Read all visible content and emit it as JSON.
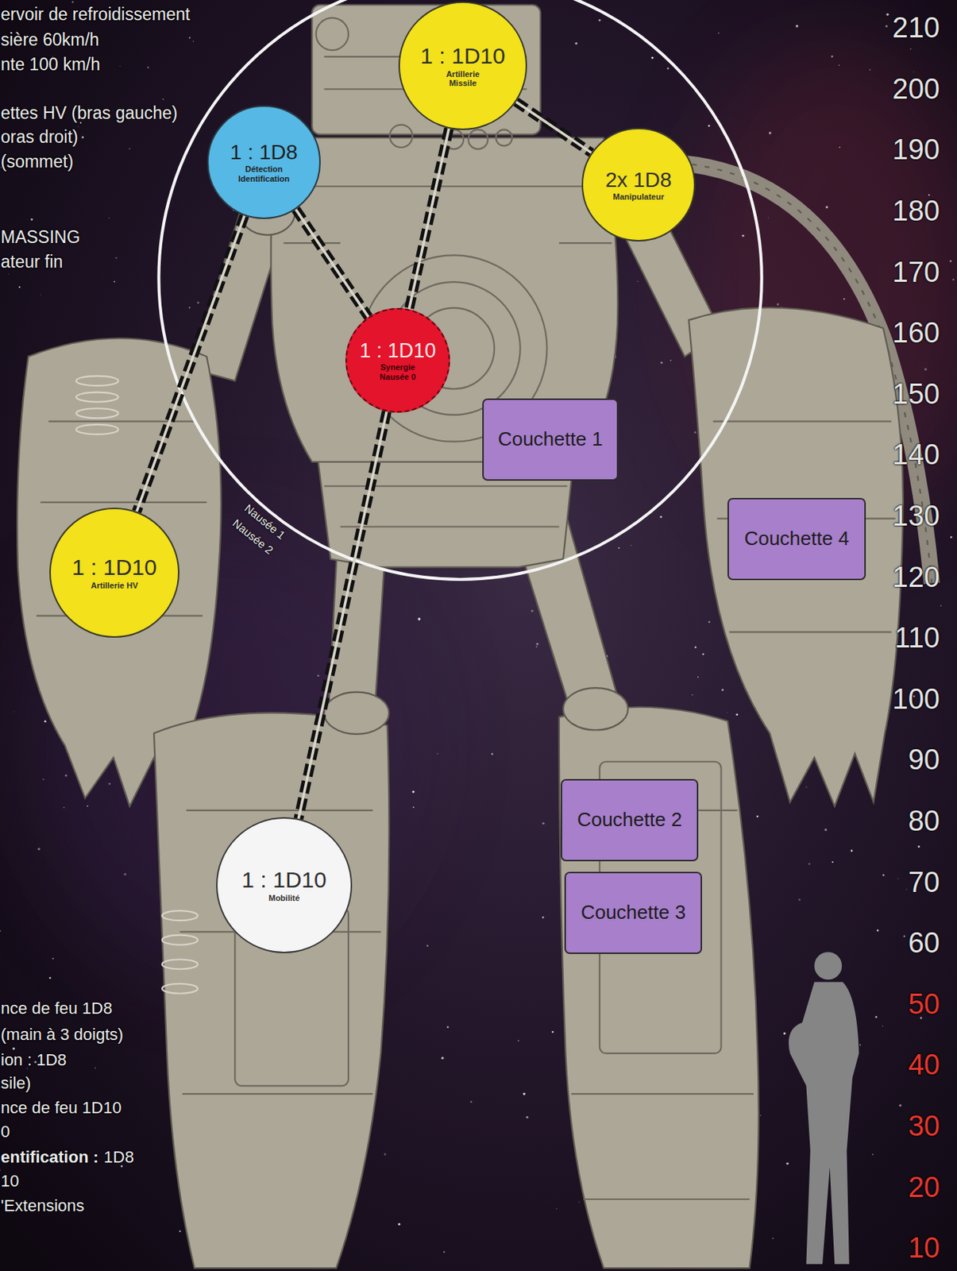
{
  "diagram": {
    "nodes": [
      {
        "text": [
          "1 : 1D10",
          "Artillerie Missile"
        ]
      },
      {
        "text": [
          "1 : 1D8",
          "Détection Identification"
        ]
      },
      {
        "text": [
          "2x 1D8",
          "Manipulateur"
        ]
      },
      {
        "text": [
          "1 : 1D10",
          "Synergie Nausée 0"
        ]
      },
      {
        "text": [
          "Couchette 1"
        ]
      },
      {
        "text": [
          "Couchette 4"
        ]
      },
      {
        "text": [
          "1 : 1D10",
          "Artillerie HV"
        ]
      },
      {
        "text": [
          "Couchette 2"
        ]
      },
      {
        "text": [
          "1 : 1D10",
          "Mobilité"
        ]
      },
      {
        "text": [
          "Couchette 3"
        ]
      }
    ],
    "edges": [
      {
        "from": 0,
        "to": 2,
        "arrow": "none"
      },
      {
        "from": 0,
        "to": 3,
        "arrow": "none"
      },
      {
        "from": 1,
        "to": 3,
        "arrow": "none"
      },
      {
        "from": 1,
        "to": 6,
        "arrow": "none"
      },
      {
        "from": 3,
        "to": 8,
        "arrow": "none"
      }
    ],
    "labels": [
      "ervoir de refroidissement",
      "sière 60km/h",
      "nte 100 km/h",
      "ettes HV (bras gauche)",
      "oras droit)",
      "(sommet)",
      "MASSING",
      "ateur fin",
      "Nausée 1",
      "Nausée 2",
      "210",
      "200",
      "190",
      "180",
      "170",
      "160",
      "150",
      "140",
      "130",
      "120",
      "110",
      "100",
      "90",
      "80",
      "70",
      "60",
      "50",
      "40",
      "30",
      "20",
      "10",
      "nce de feu 1D8",
      "(main à 3 doigts)",
      "ion : 1D8",
      "sile)",
      "nce de feu 1D10",
      "0",
      "entification :",
      "1D8",
      "10",
      "'Extensions"
    ]
  }
}
